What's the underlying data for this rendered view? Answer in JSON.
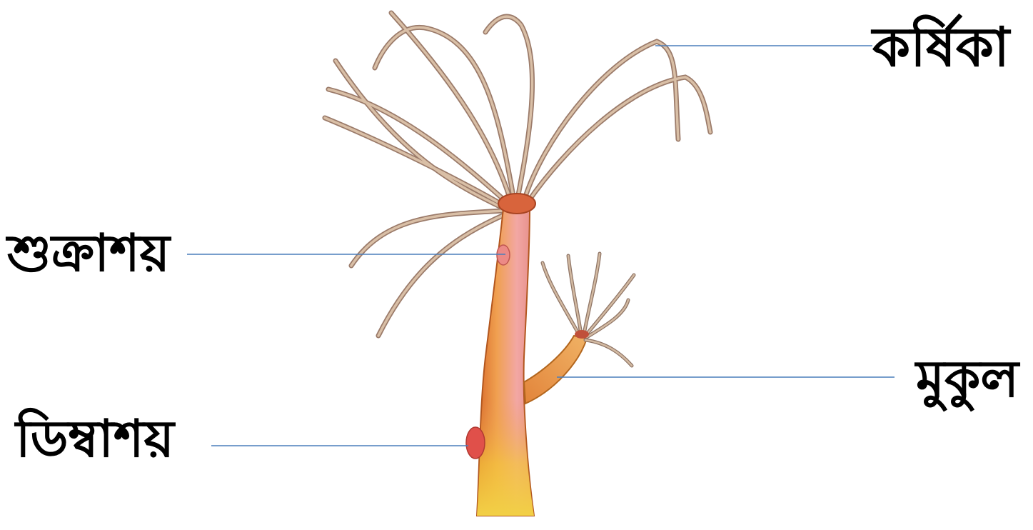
{
  "diagram": {
    "labels": {
      "tentacle": "কর্ষিকা",
      "testis": "শুক্রাশয়",
      "bud": "মুকুল",
      "ovary": "ডিম্বাশয়"
    },
    "colors": {
      "leader_line": "#4a7ebb",
      "body_orange": "#e9904a",
      "body_pink": "#ec9aa0",
      "body_yellow": "#f4cf3c",
      "tentacle_stroke": "#a98a78",
      "tentacle_fill": "#d9c0a8",
      "gonad_red": "#e0504a"
    }
  }
}
